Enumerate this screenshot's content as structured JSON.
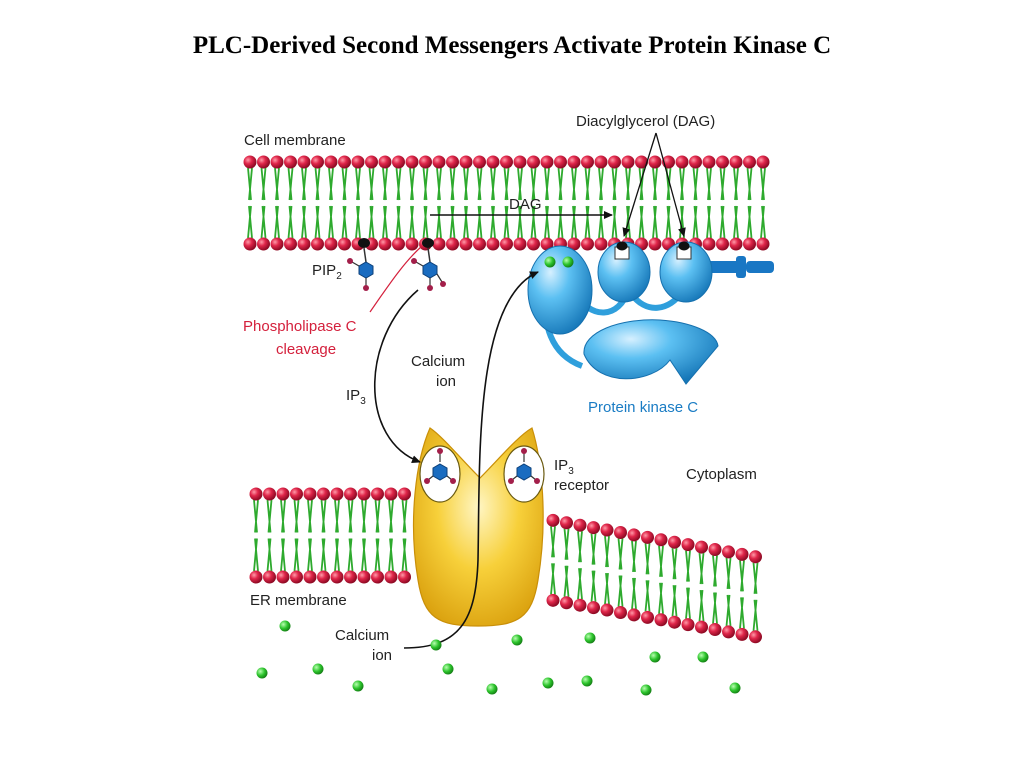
{
  "title": "PLC-Derived Second Messengers Activate Protein Kinase C",
  "labels": {
    "cell_membrane": "Cell membrane",
    "dag_arrow": "DAG",
    "diacylglycerol": "Diacylglycerol (DAG)",
    "pip2_main": "PIP",
    "pip2_sub": "2",
    "plc_line1": "Phospholipase C",
    "plc_line2": "cleavage",
    "calcium_upper_line1": "Calcium",
    "calcium_upper_line2": "ion",
    "ip3_main": "IP",
    "ip3_sub": "3",
    "protein_kinase_c": "Protein kinase C",
    "ip3_receptor_main": "IP",
    "ip3_receptor_sub": "3",
    "ip3_receptor_line2": "receptor",
    "cytoplasm": "Cytoplasm",
    "er_membrane": "ER membrane",
    "calcium_lower_line1": "Calcium",
    "calcium_lower_line2": "ion"
  },
  "colors": {
    "lipid_head": "#d61e44",
    "lipid_tail": "#2eaa2e",
    "pkc": "#2f9fdc",
    "ip3_receptor": "#f2c21a",
    "calcium": "#22b522",
    "label_red": "#d4203c",
    "label_blue": "#1a7cc4"
  }
}
